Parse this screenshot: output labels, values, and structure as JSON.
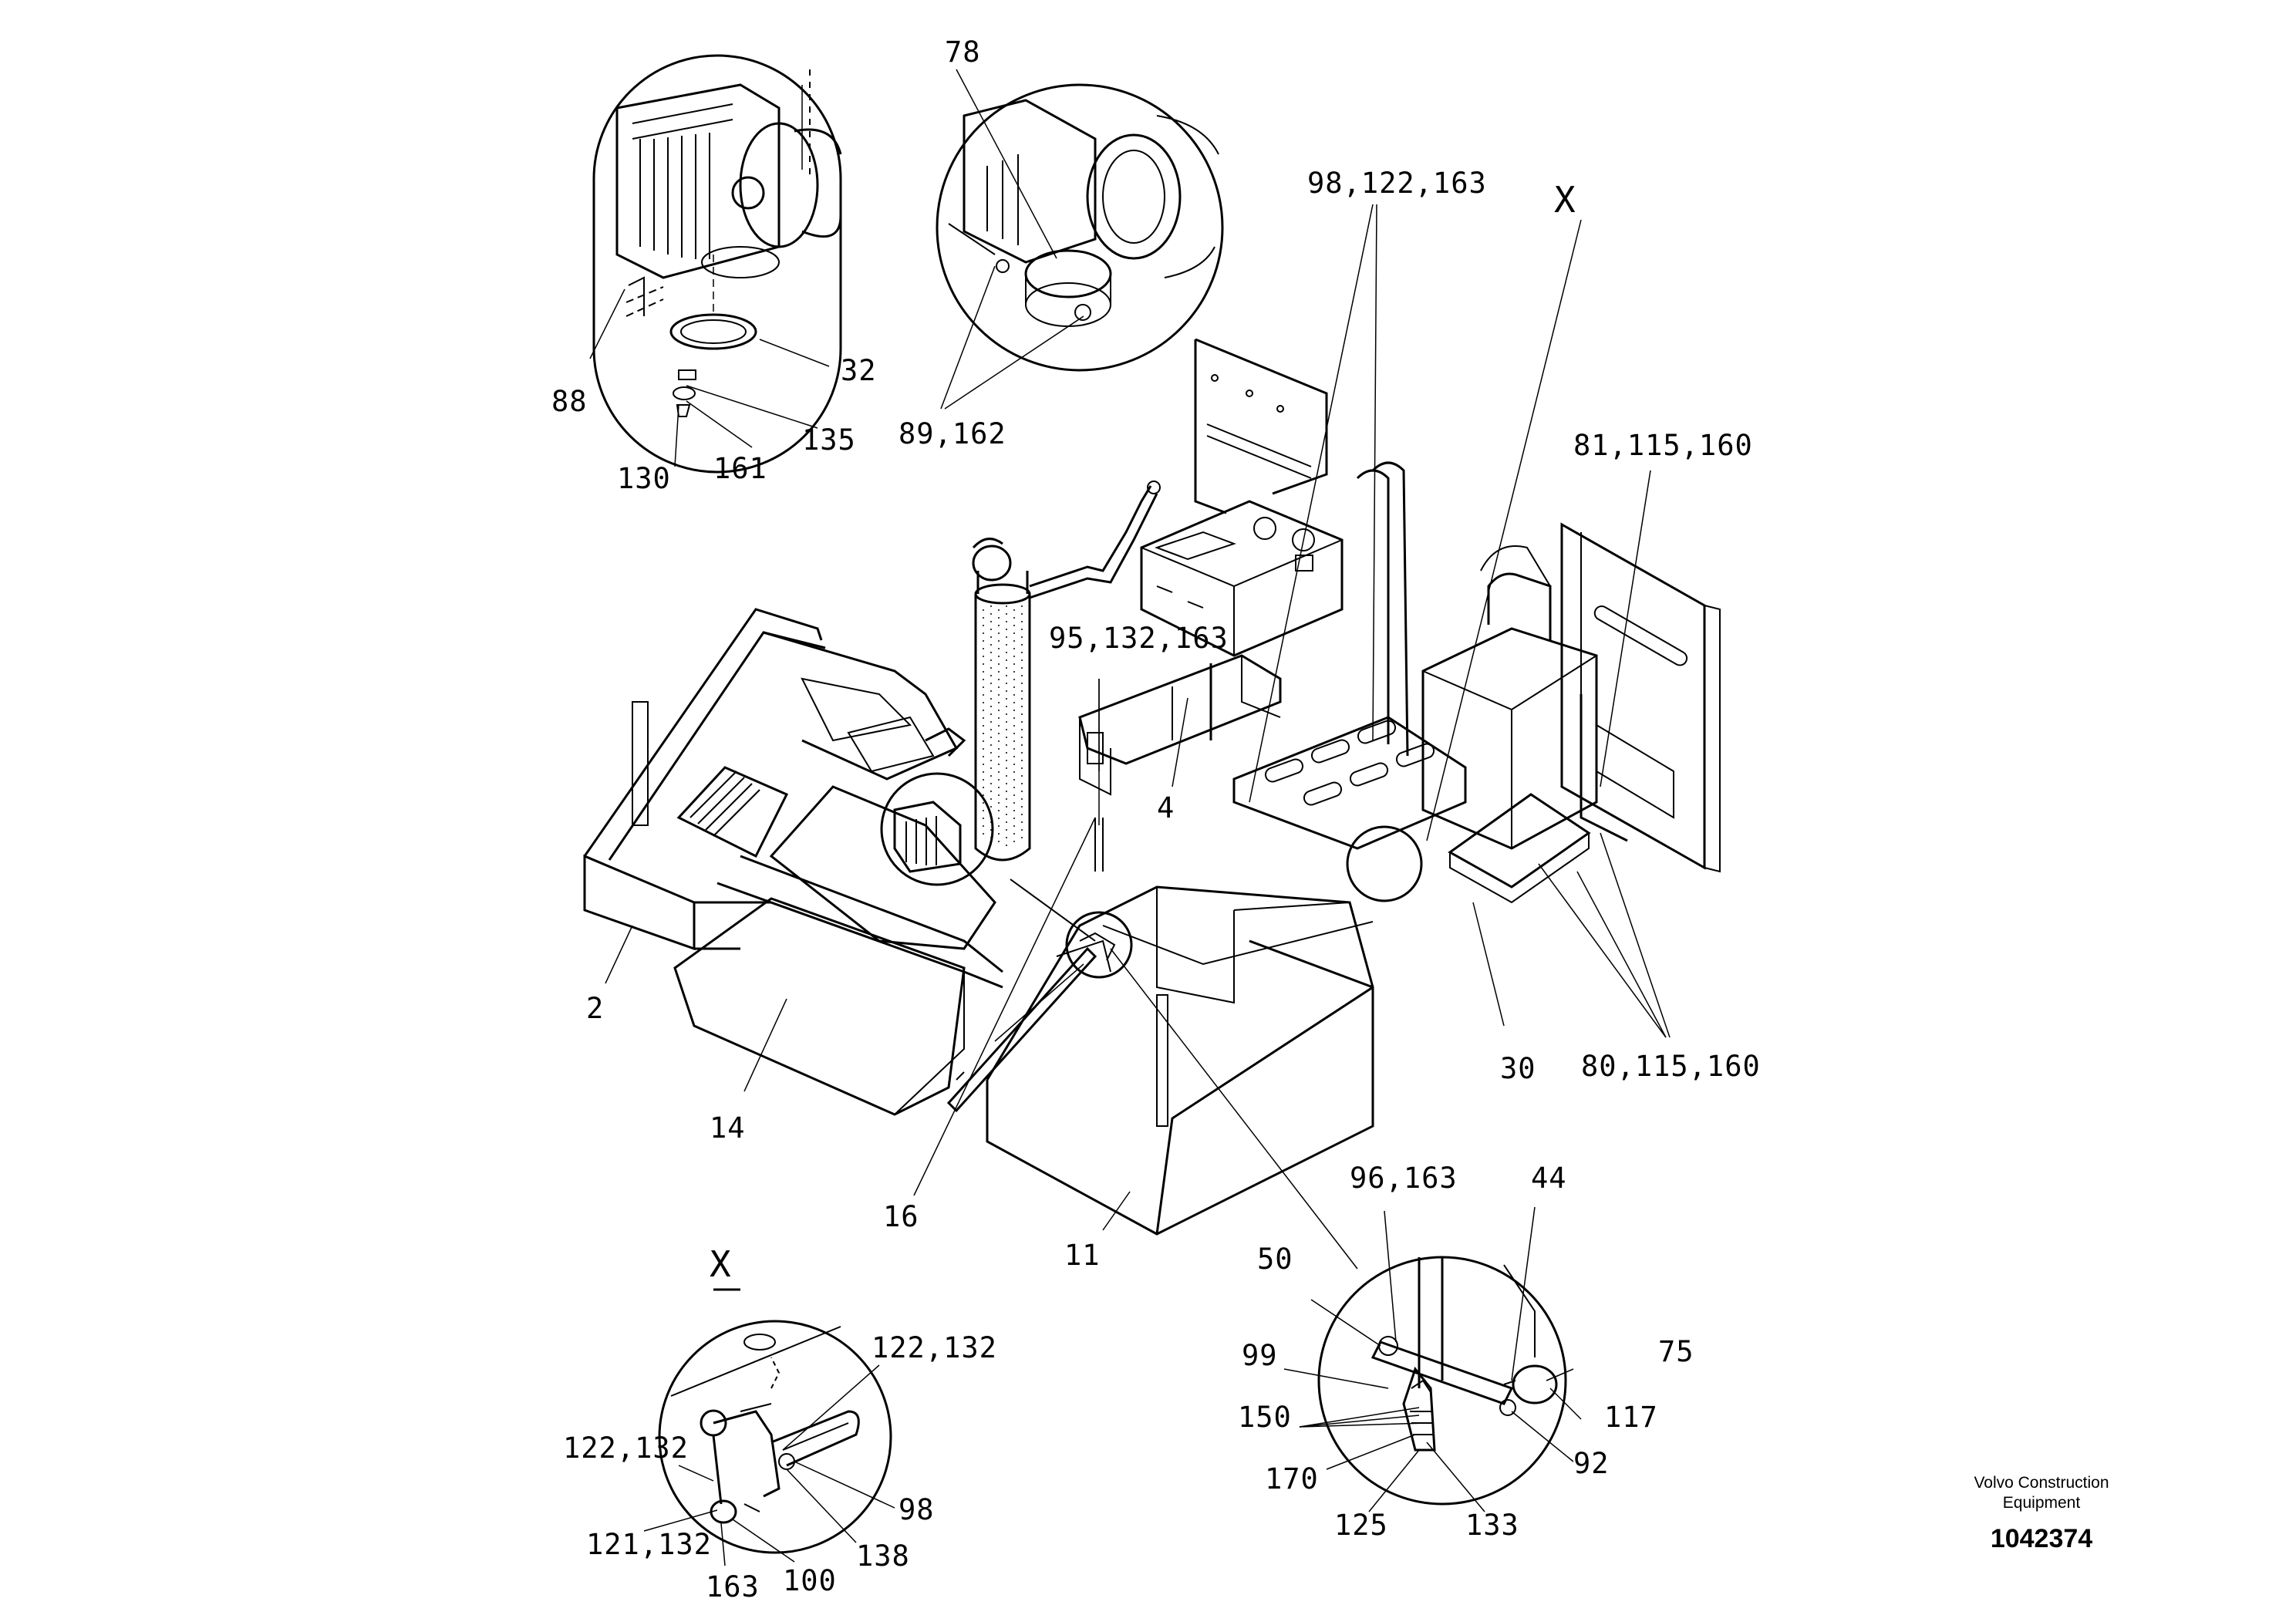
{
  "diagram": {
    "labels": {
      "l78": "78",
      "l32": "32",
      "l88": "88",
      "l135": "135",
      "l130": "130",
      "l161": "161",
      "l89_162": "89,162",
      "l98_122_163": "98,122,163",
      "lX_top": "X",
      "l81_115_160": "81,115,160",
      "l95_132_163": "95,132,163",
      "l4": "4",
      "l2": "2",
      "l14": "14",
      "l16": "16",
      "l11": "11",
      "l30": "30",
      "l80_115_160": "80,115,160",
      "l96_163": "96,163",
      "l44": "44",
      "l50": "50",
      "l75": "75",
      "l99": "99",
      "l117": "117",
      "l150": "150",
      "l92": "92",
      "l170": "170",
      "l125": "125",
      "l133": "133",
      "lX_detail": "X",
      "l122_132_a": "122,132",
      "l122_132_b": "122,132",
      "l98": "98",
      "l121_132": "121,132",
      "l138": "138",
      "l163": "163",
      "l100": "100"
    }
  },
  "footer": {
    "company": "Volvo Construction Equipment",
    "doc_number": "1042374"
  }
}
